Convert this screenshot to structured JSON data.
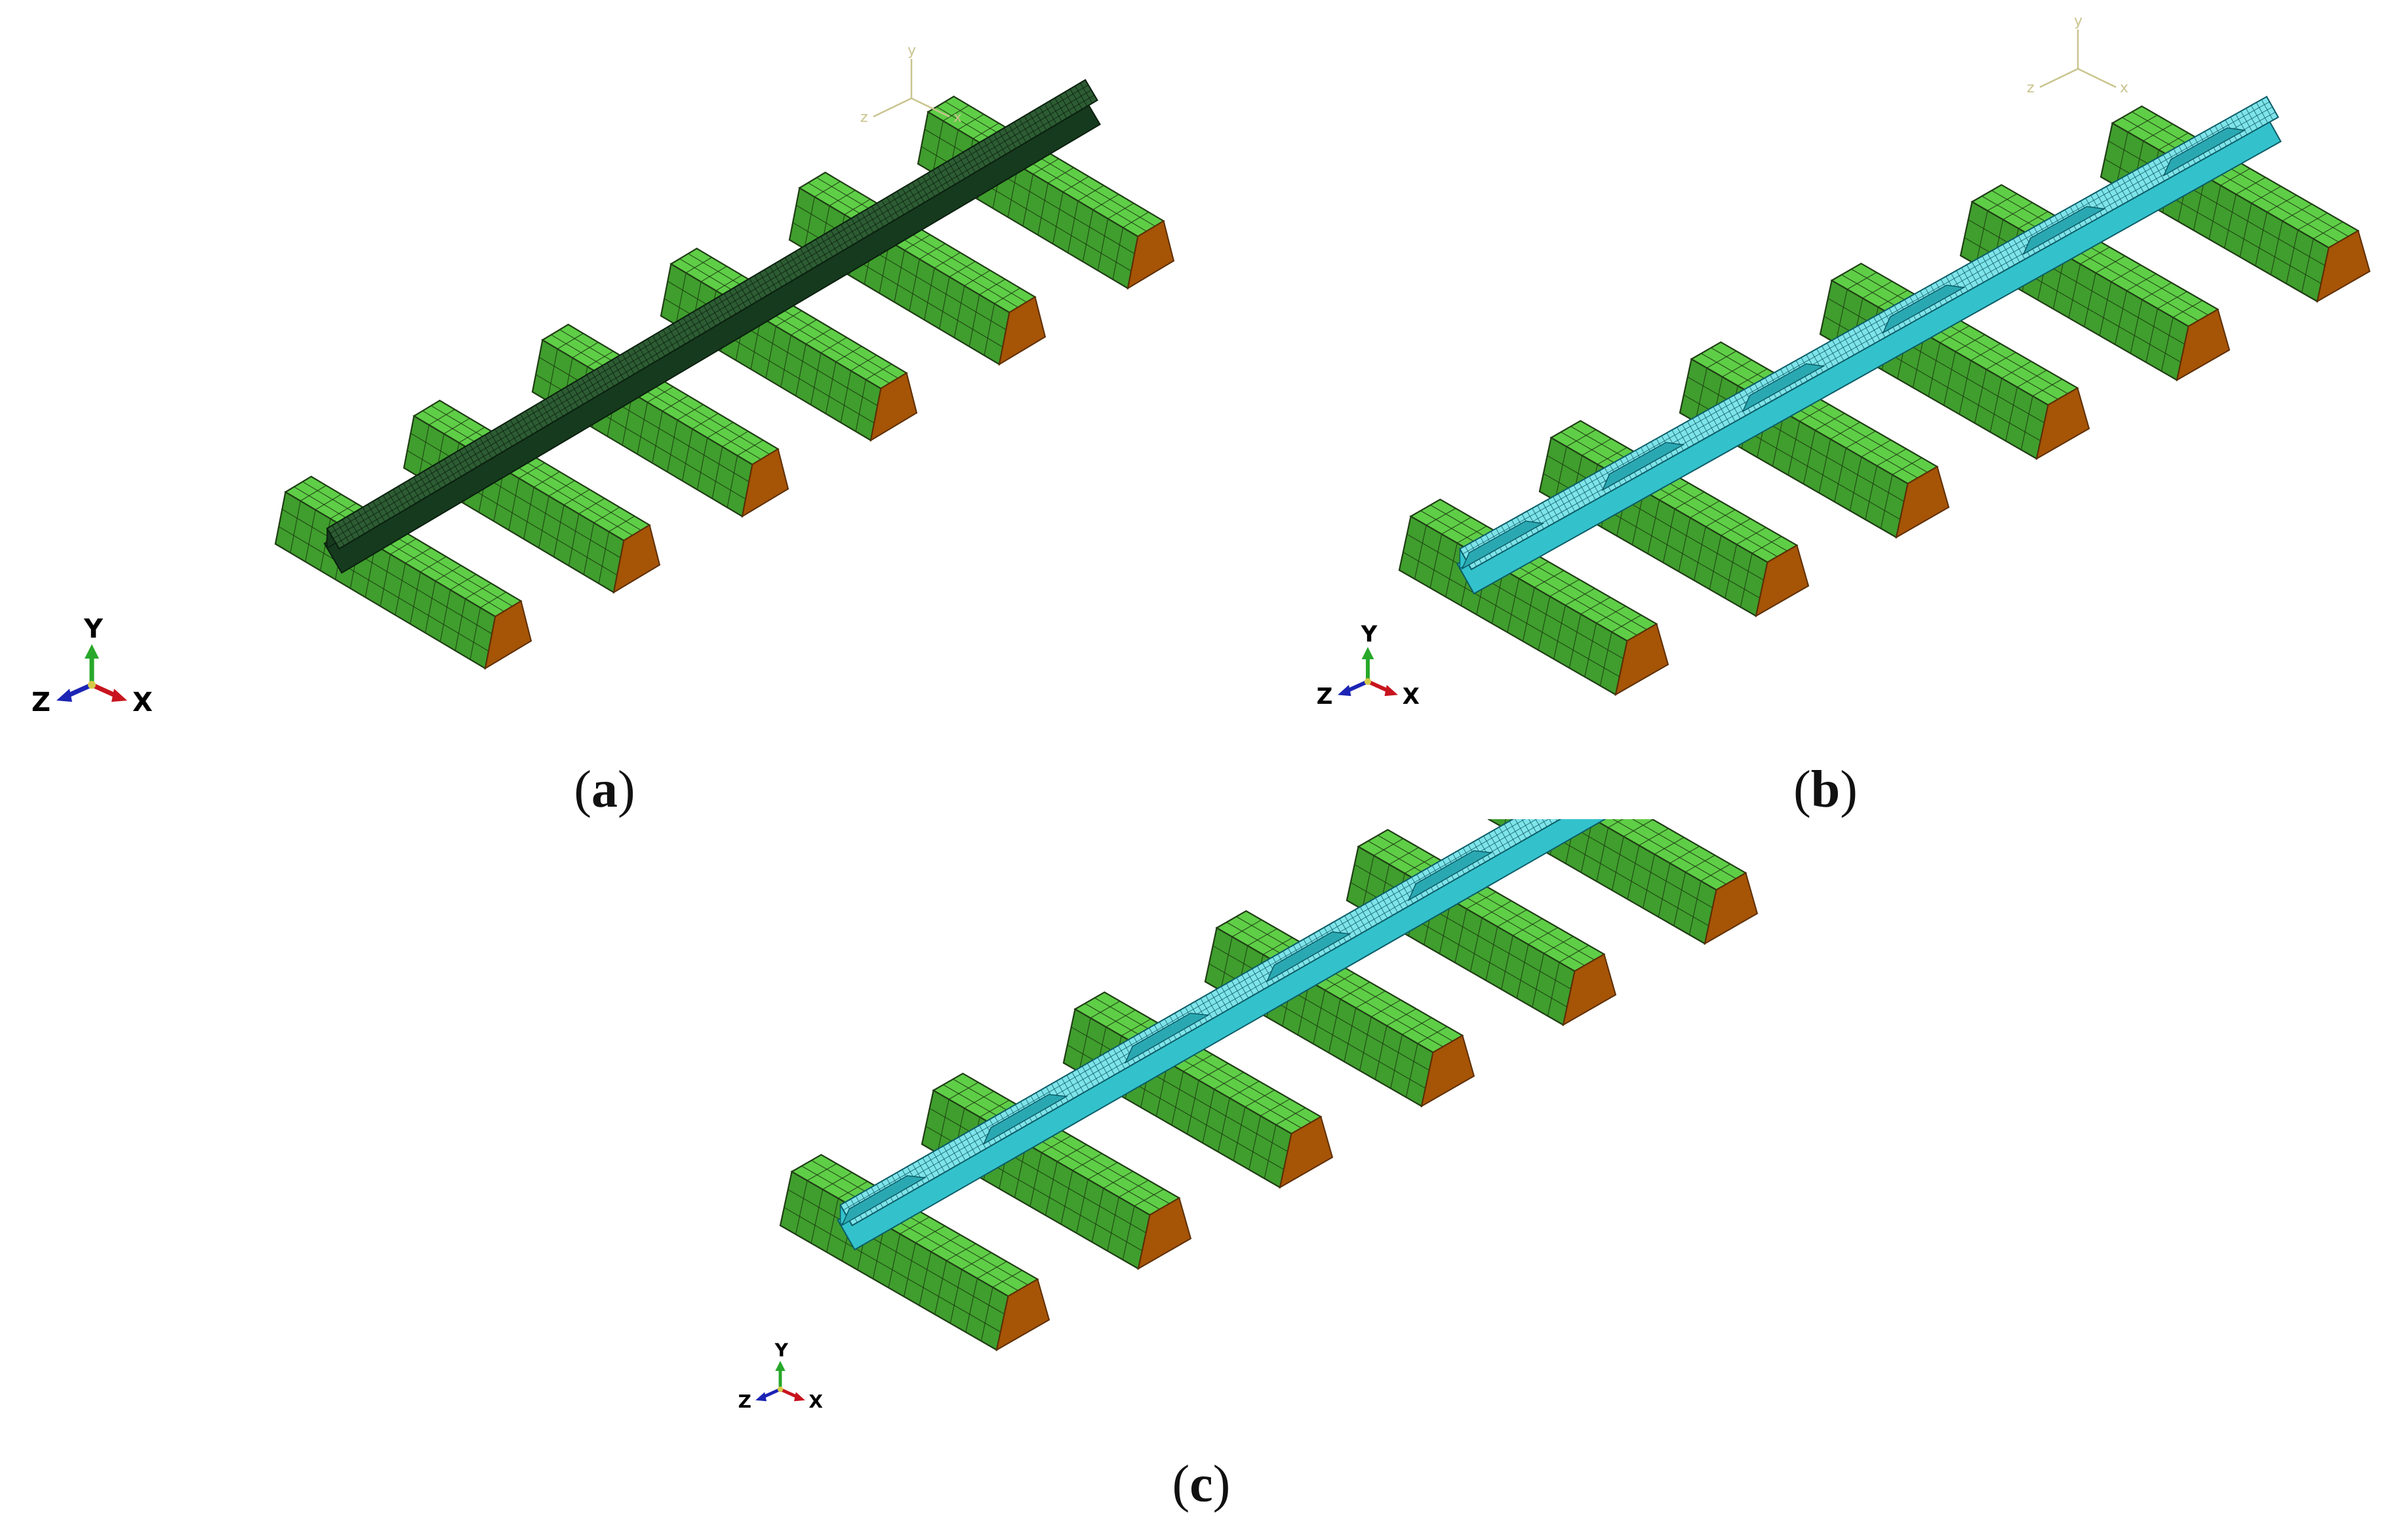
{
  "colors": {
    "sleeper_top": "#5fce47",
    "sleeper_side": "#4cb737",
    "sleeper_front": "#3f9e2d",
    "sleeper_end": "#a65406",
    "mesh_line": "#1f3d14",
    "rail_dark": "#163a1e",
    "rail_dark_light": "#2d5c33",
    "rail_cyan": "#33c2cc",
    "rail_cyan_light": "#7fe4ea",
    "rail_cyan_mesh": "#0c5c66",
    "axis_x": "#c8141e",
    "axis_y": "#28a82a",
    "axis_z": "#1c24b4",
    "small_triad": "#c9c48e"
  },
  "panels": [
    {
      "id": "a",
      "caption_open": "(",
      "caption_letter": "a",
      "caption_close": ")",
      "rail_style": "dark",
      "triad_labels": {
        "x": "X",
        "y": "Y",
        "z": "Z"
      },
      "view_triad_labels": {
        "x": "x",
        "y": "y",
        "z": "z"
      }
    },
    {
      "id": "b",
      "caption_open": "(",
      "caption_letter": "b",
      "caption_close": ")",
      "rail_style": "cyan",
      "triad_labels": {
        "x": "X",
        "y": "Y",
        "z": "Z"
      },
      "view_triad_labels": {
        "x": "x",
        "y": "y",
        "z": "z"
      }
    },
    {
      "id": "c",
      "caption_open": "(",
      "caption_letter": "c",
      "caption_close": ")",
      "rail_style": "cyan",
      "triad_labels": {
        "x": "X",
        "y": "Y",
        "z": "Z"
      }
    }
  ]
}
